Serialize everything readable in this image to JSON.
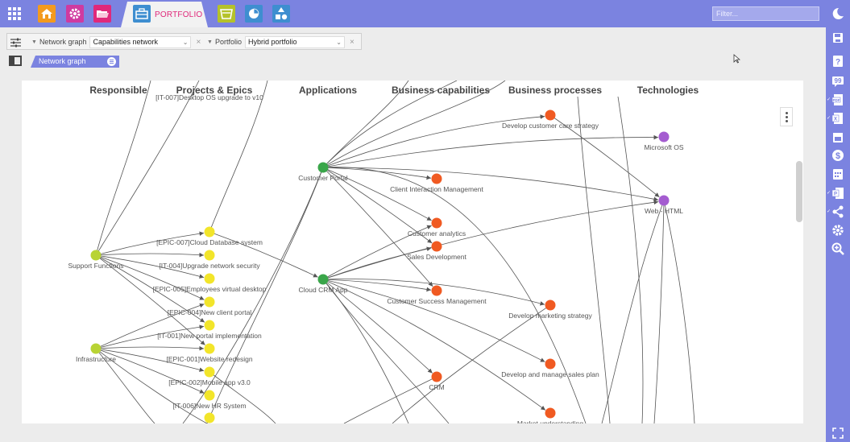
{
  "header": {
    "tabs": [
      {
        "name": "home",
        "icon": "home-icon",
        "color": "#f39a1e"
      },
      {
        "name": "settings",
        "icon": "gear-icon",
        "color": "#cf3aa0"
      },
      {
        "name": "folder",
        "icon": "folder-open-icon",
        "color": "#e0287a"
      },
      {
        "name": "portfolio",
        "icon": "briefcase-icon",
        "color": "#3e8ed0",
        "label": "PORTFOLIO",
        "active": true
      },
      {
        "name": "basket",
        "icon": "basket-icon",
        "color": "#b5c22a"
      },
      {
        "name": "pie",
        "icon": "pie-chart-icon",
        "color": "#3e8ed0"
      },
      {
        "name": "shapes",
        "icon": "shapes-icon",
        "color": "#3e8ed0"
      }
    ],
    "filter_placeholder": "Filter..."
  },
  "filters": {
    "network_graph_label": "Network graph",
    "network_graph_value": "Capabilities network",
    "portfolio_label": "Portfolio",
    "portfolio_value": "Hybrid portfolio"
  },
  "view_tab": {
    "label": "Network graph"
  },
  "graph": {
    "columns": [
      "Responsible",
      "Projects & Epics",
      "Applications",
      "Business capabilities",
      "Business processes",
      "Technologies"
    ],
    "colors": {
      "responsible": "#b8d334",
      "project": "#f2e52a",
      "application": "#3aa64a",
      "capability": "#f05a22",
      "process": "#f05a22",
      "technology": "#a45cd0",
      "edge": "#555555"
    },
    "nodes": {
      "support_functions": "Support Functions",
      "infrastructure": "Infrastructure",
      "epic007": "[EPIC-007]Cloud Database system",
      "it004": "[IT-004]Upgrade network security",
      "epic005": "[EPIC-005]Employees virtual desktop",
      "epic004": "[EPIC-004]New client portal",
      "it001": "[IT-001]New portal implementation",
      "epic001": "[EPIC-001]Website redesign",
      "epic002": "[EPIC-002]Mobile app v3.0",
      "it006": "[IT-006]New HR System",
      "it007": "[IT-007]Desktop OS upgrade to v10",
      "customer_portal": "Customer Portal",
      "cloud_crm": "Cloud CRM App",
      "client_interaction": "Client Interaction Management",
      "customer_analytics": "Customer analytics",
      "sales_development": "Sales Development",
      "customer_success": "Customer Success Management",
      "crm": "CRM",
      "develop_customer_care": "Develop customer care strategy",
      "develop_marketing": "Develop marketing strategy",
      "develop_sales_plan": "Develop and manage sales plan",
      "market_understanding": "Market understanding",
      "microsoft_os": "Microsoft OS",
      "web_html": "Web - HTML"
    }
  }
}
